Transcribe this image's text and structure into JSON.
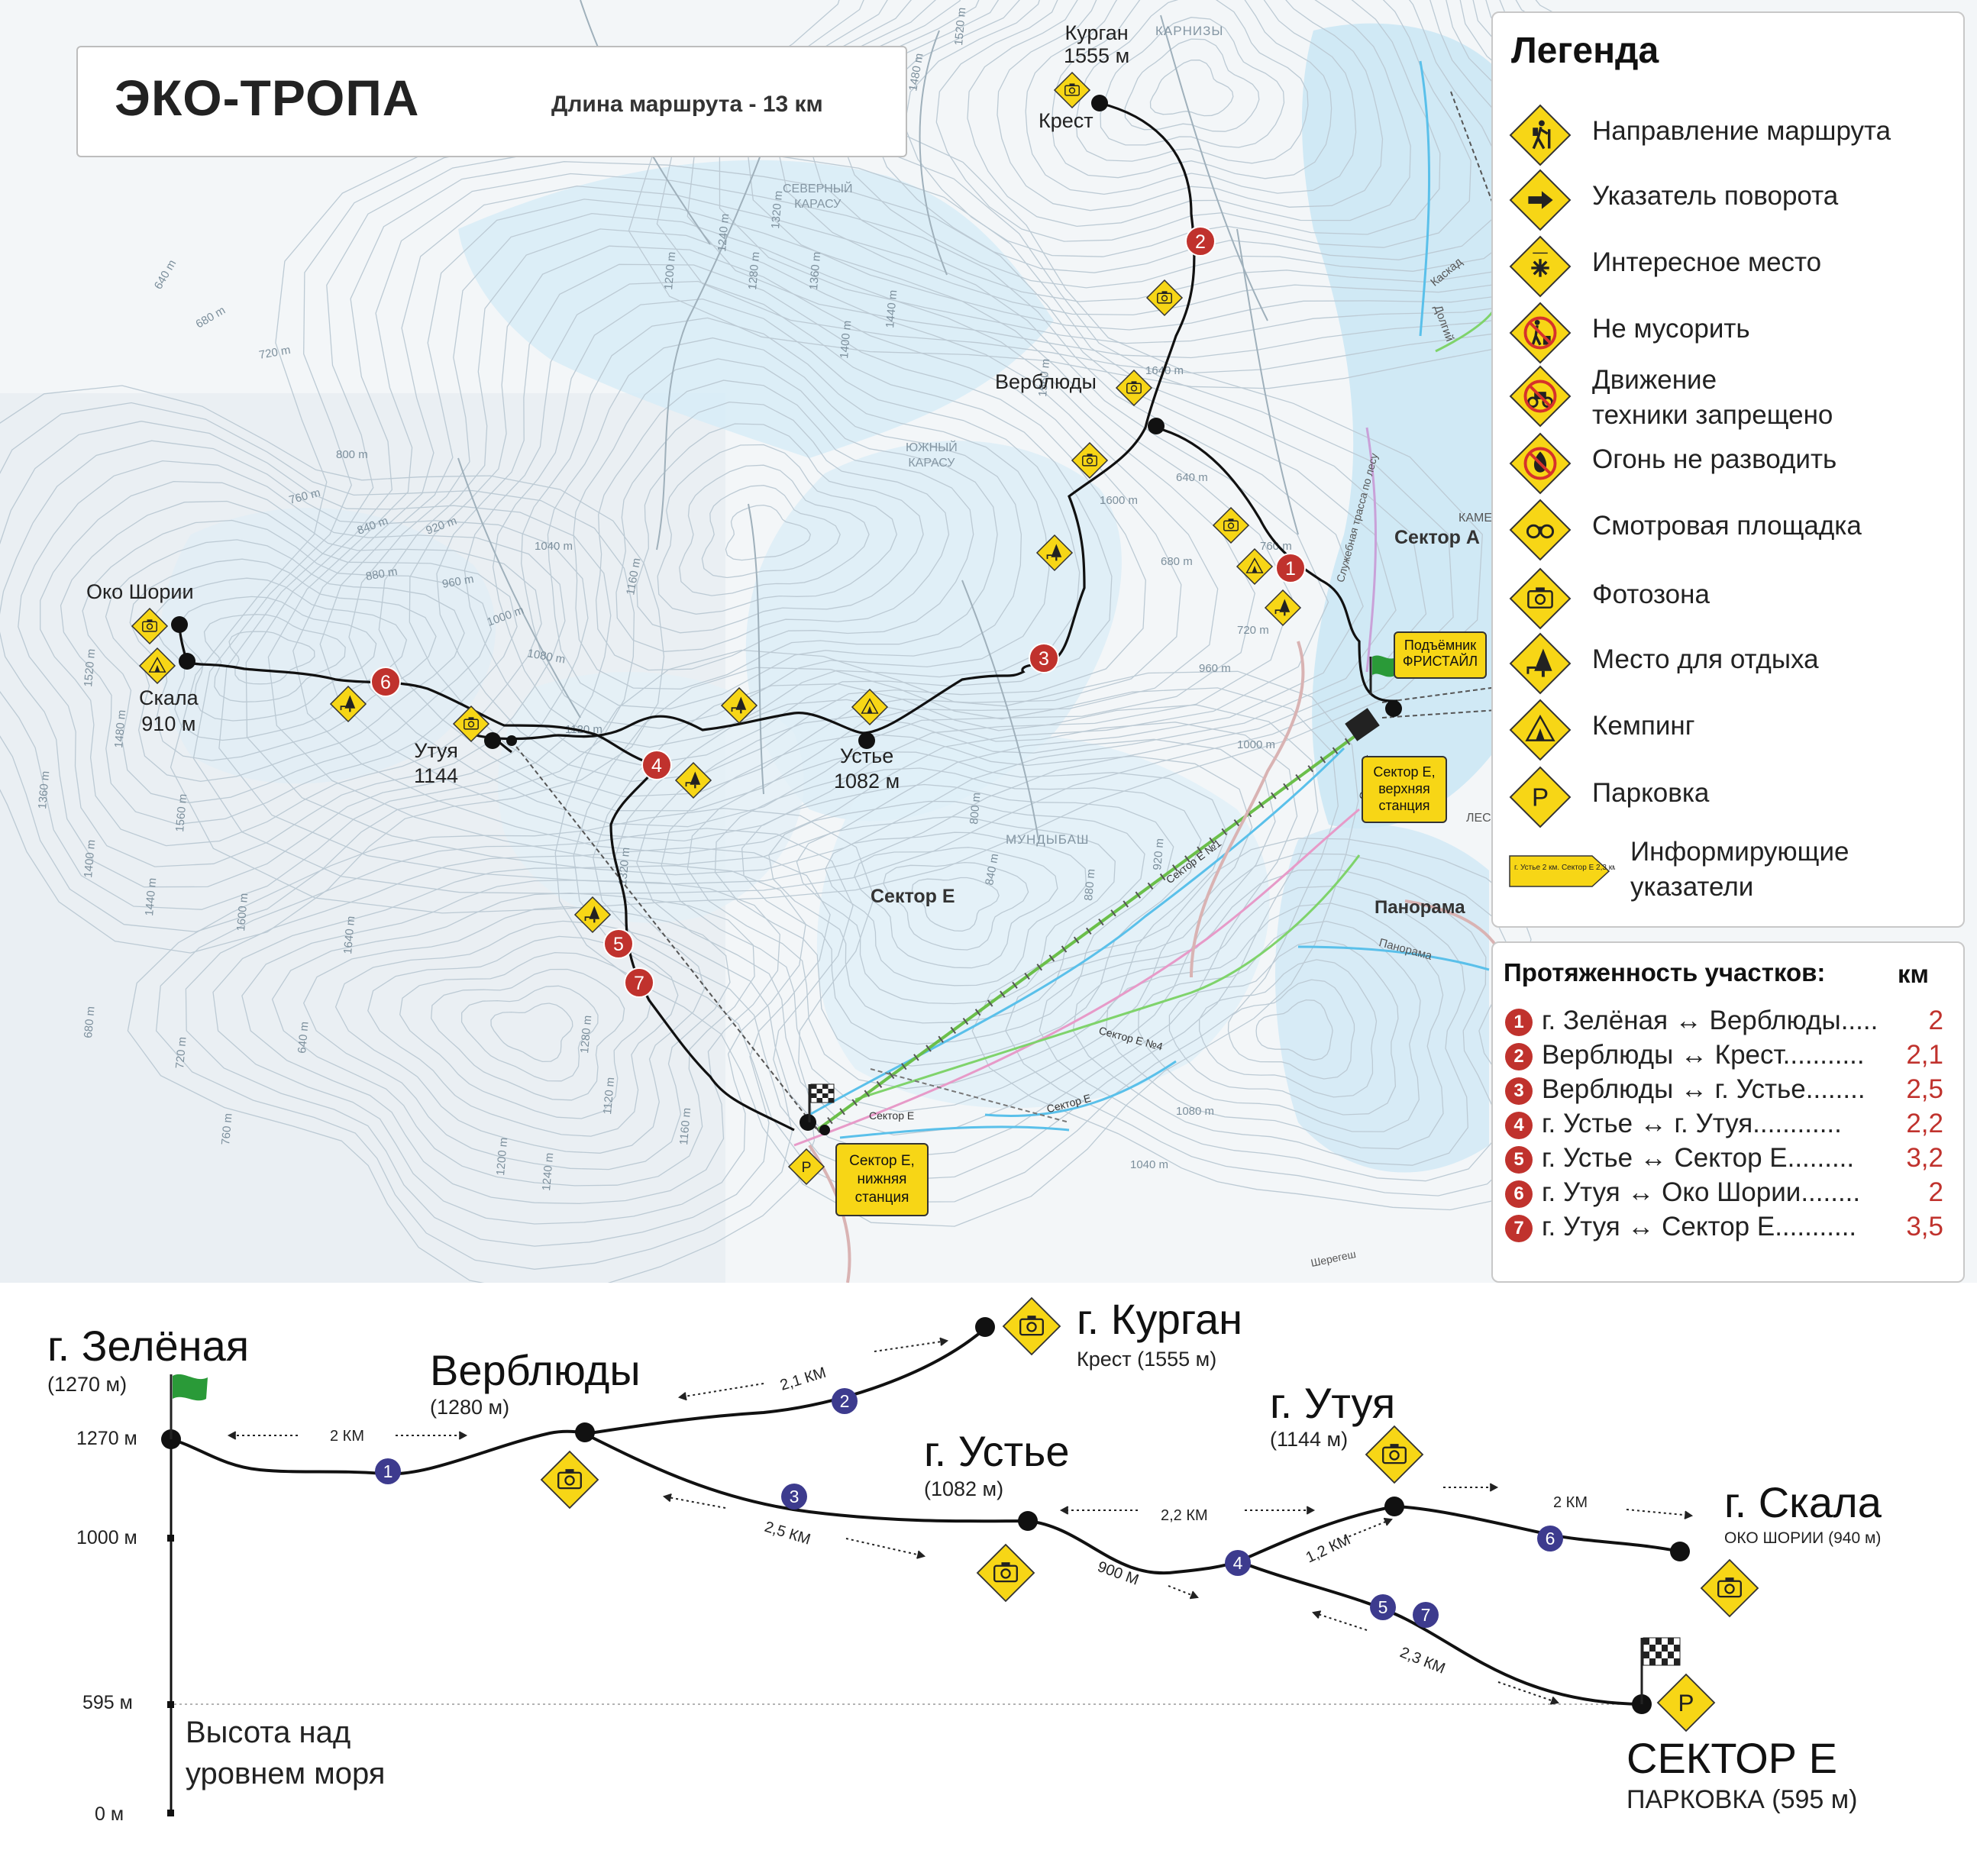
{
  "title": {
    "main": "ЭКО-ТРОПА",
    "length": "Длина маршрута - 13 км"
  },
  "colors": {
    "route_red": "#c0322d",
    "profile_blue": "#3d3b8e",
    "sign_yellow": "#f7d616",
    "snow": "#dff1fa",
    "contour": "#b9c8d3"
  },
  "legend": {
    "title": "Легенда",
    "items": [
      {
        "icon": "hiker-sign-icon",
        "label": "Направление маршрута"
      },
      {
        "icon": "arrow-sign-icon",
        "label": "Указатель поворота"
      },
      {
        "icon": "asterisk-sign-icon",
        "label": "Интересное место"
      },
      {
        "icon": "no-littering-sign-icon",
        "label": "Не мусорить"
      },
      {
        "icon": "no-vehicles-sign-icon",
        "label": "Движение\nтехники запрещено"
      },
      {
        "icon": "no-fire-sign-icon",
        "label": "Огонь не разводить"
      },
      {
        "icon": "binoculars-sign-icon",
        "label": "Смотровая площадка"
      },
      {
        "icon": "camera-sign-icon",
        "label": "Фотозона"
      },
      {
        "icon": "tree-sign-icon",
        "label": "Место для отдыха"
      },
      {
        "icon": "tent-sign-icon",
        "label": "Кемпинг"
      },
      {
        "icon": "parking-sign-icon",
        "label": "Парковка"
      },
      {
        "icon": "pointer-sign-icon",
        "label": "Информирующие\nуказатели",
        "sign_text": "г. Устье 2 км. Сектор Е 2,3 км."
      }
    ]
  },
  "segments": {
    "title": "Протяженность участков:",
    "unit": "км",
    "rows": [
      {
        "num": "1",
        "route": "г. Зелёная ↔ Верблюды.....",
        "km": "2"
      },
      {
        "num": "2",
        "route": "Верблюды ↔ Крест...........",
        "km": "2,1"
      },
      {
        "num": "3",
        "route": "Верблюды ↔ г. Устье........",
        "km": "2,5"
      },
      {
        "num": "4",
        "route": "г. Устье ↔ г. Утуя............",
        "km": "2,2"
      },
      {
        "num": "5",
        "route": "г. Устье ↔ Сектор Е.........",
        "km": "3,2"
      },
      {
        "num": "6",
        "route": "г. Утуя ↔ Око Шории........",
        "km": "2"
      },
      {
        "num": "7",
        "route": "г. Утуя ↔ Сектор Е...........",
        "km": "3,5"
      }
    ]
  },
  "map": {
    "places": {
      "kurgan": "Курган\n1555 м",
      "krest": "Крест",
      "karnizy": "КАРНИЗЫ",
      "north_karasu": "СЕВЕРНЫЙ\nКАРАСУ",
      "verblyudy": "Верблюды",
      "south_karasu": "ЮЖНЫЙ\nКАРАСУ",
      "sector_a": "Сектор А",
      "oko_shorii": "Око Шории",
      "skala": "Скала\n910 м",
      "utuya": "Утуя\n1144",
      "ustye": "Устье\n1082 м",
      "sector_e": "Сектор Е",
      "mundybash": "МУНДЫБАШ",
      "panorama": "Панорама",
      "panorama_road": "Панорама",
      "kaskad": "Каскад",
      "dolgiy": "Долгий",
      "sheregesh": "Шерегеш",
      "cat_track": "Служебная трасса по лесу",
      "kame": "КАМЕ",
      "les": "ЛЕС"
    },
    "boxes": {
      "lift": "Подъёмник\nФРИСТАЙЛ",
      "upper": "Сектор Е,\nверхняя\nстанция",
      "lower": "Сектор Е,\nнижняя\nстанция"
    },
    "trail_labels": [
      "Сектор Е №1",
      "Сектор Е №4",
      "Сектор Е",
      "Сектор Е",
      "Сектор Е"
    ],
    "route_markers": [
      "1",
      "2",
      "3",
      "4",
      "5",
      "6",
      "7"
    ],
    "parking_letter": "P",
    "contour_labels": [
      "640 m",
      "680 m",
      "720 m",
      "760 m",
      "800 m",
      "840 m",
      "880 m",
      "920 m",
      "960 m",
      "1000 m",
      "1040 m",
      "1080 m",
      "1120 m",
      "1160 m",
      "1200 m",
      "1240 m",
      "1280 m",
      "1320 m",
      "1360 m",
      "1400 m",
      "1440 m",
      "1480 m",
      "1520 m",
      "1560 m",
      "1600 m",
      "1640 m"
    ]
  },
  "profile": {
    "axis": {
      "ticks": [
        "1270 м",
        "1000 м",
        "595 м",
        "0 м"
      ],
      "caption": "Высота над\nуровнем моря"
    },
    "places": {
      "zelenaya_name": "г. Зелёная",
      "zelenaya_elev": "(1270 м)",
      "verblyudy_name": "Верблюды",
      "verblyudy_elev": "(1280 м)",
      "kurgan_name": "г. Курган",
      "kurgan_sub": "Крест (1555 м)",
      "ustye_name": "г. Устье",
      "ustye_elev": "(1082 м)",
      "utuya_name": "г. Утуя",
      "utuya_elev": "(1144 м)",
      "skala_name": "г. Скала",
      "skala_sub": "ОКО ШОРИИ (940 м)",
      "sector_name": "СЕКТОР Е",
      "sector_sub": "ПАРКОВКА (595 м)"
    },
    "distances": [
      "2 КМ",
      "2,1 КМ",
      "2,5 КМ",
      "2,2 КМ",
      "900 М",
      "1,2 КМ",
      "2 КМ",
      "2,3 КМ"
    ],
    "markers": [
      "1",
      "2",
      "3",
      "4",
      "5",
      "7",
      "6"
    ],
    "parking_letter": "P"
  }
}
